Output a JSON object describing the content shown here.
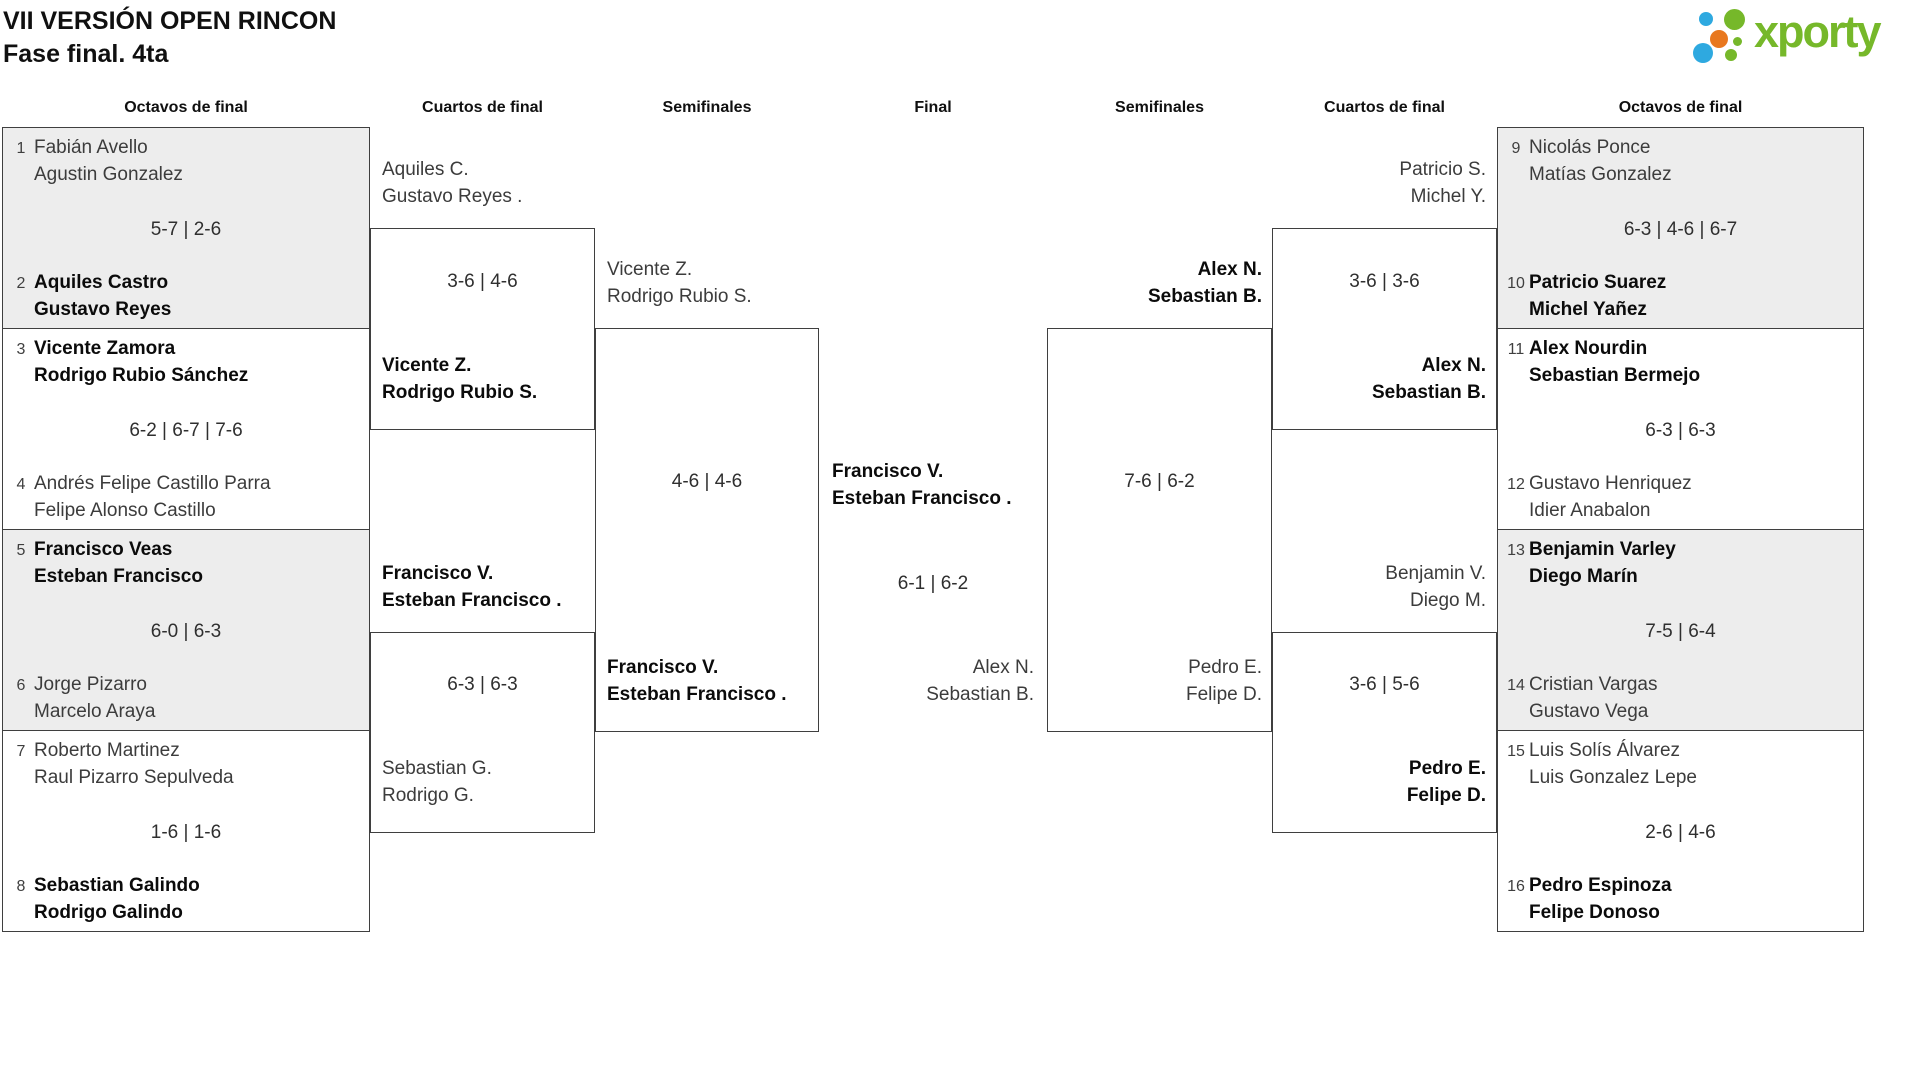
{
  "title": {
    "line1": "VII VERSIÓN OPEN RINCON",
    "line2": "Fase final. 4ta"
  },
  "logo": {
    "text": "xporty",
    "colors": {
      "green": "#76b82a",
      "blue": "#2ea9e0",
      "orange": "#e8781e"
    }
  },
  "round_headers": [
    "Octavos de final",
    "Cuartos de final",
    "Semifinales",
    "Final",
    "Semifinales",
    "Cuartos de final",
    "Octavos de final"
  ],
  "octavos_left": [
    {
      "seed_a": "1",
      "team_a": [
        "Fabián Avello",
        "Agustin Gonzalez"
      ],
      "a_winner": false,
      "score": "5-7 | 2-6",
      "seed_b": "2",
      "team_b": [
        "Aquiles Castro",
        "Gustavo Reyes"
      ],
      "b_winner": true
    },
    {
      "seed_a": "3",
      "team_a": [
        "Vicente Zamora",
        "Rodrigo Rubio Sánchez"
      ],
      "a_winner": true,
      "score": "6-2 | 6-7 | 7-6",
      "seed_b": "4",
      "team_b": [
        "Andrés Felipe Castillo Parra",
        "Felipe Alonso Castillo"
      ],
      "b_winner": false
    },
    {
      "seed_a": "5",
      "team_a": [
        "Francisco Veas",
        "Esteban Francisco"
      ],
      "a_winner": true,
      "score": "6-0 | 6-3",
      "seed_b": "6",
      "team_b": [
        "Jorge Pizarro",
        "Marcelo Araya"
      ],
      "b_winner": false
    },
    {
      "seed_a": "7",
      "team_a": [
        "Roberto Martinez",
        "Raul Pizarro Sepulveda"
      ],
      "a_winner": false,
      "score": "1-6 | 1-6",
      "seed_b": "8",
      "team_b": [
        "Sebastian Galindo",
        "Rodrigo Galindo"
      ],
      "b_winner": true
    }
  ],
  "octavos_right": [
    {
      "seed_a": "9",
      "team_a": [
        "Nicolás Ponce",
        "Matías Gonzalez"
      ],
      "a_winner": false,
      "score": "6-3 | 4-6 | 6-7",
      "seed_b": "10",
      "team_b": [
        "Patricio Suarez",
        "Michel Yañez"
      ],
      "b_winner": true
    },
    {
      "seed_a": "11",
      "team_a": [
        "Alex Nourdin",
        "Sebastian Bermejo"
      ],
      "a_winner": true,
      "score": "6-3 | 6-3",
      "seed_b": "12",
      "team_b": [
        "Gustavo Henriquez",
        "Idier Anabalon"
      ],
      "b_winner": false
    },
    {
      "seed_a": "13",
      "team_a": [
        "Benjamin Varley",
        "Diego Marín"
      ],
      "a_winner": true,
      "score": "7-5 | 6-4",
      "seed_b": "14",
      "team_b": [
        "Cristian Vargas",
        "Gustavo Vega"
      ],
      "b_winner": false
    },
    {
      "seed_a": "15",
      "team_a": [
        "Luis Solís Álvarez",
        "Luis Gonzalez Lepe"
      ],
      "a_winner": false,
      "score": "2-6 | 4-6",
      "seed_b": "16",
      "team_b": [
        "Pedro Espinoza",
        "Felipe Donoso"
      ],
      "b_winner": true
    }
  ],
  "cuartos_left": [
    {
      "team_a": [
        "Aquiles C.",
        "Gustavo Reyes ."
      ],
      "a_winner": false,
      "score": "3-6 | 4-6",
      "team_b": [
        "Vicente Z.",
        "Rodrigo Rubio S."
      ],
      "b_winner": true
    },
    {
      "team_a": [
        "Francisco V.",
        "Esteban Francisco ."
      ],
      "a_winner": true,
      "score": "6-3 | 6-3",
      "team_b": [
        "Sebastian G.",
        "Rodrigo G."
      ],
      "b_winner": false
    }
  ],
  "cuartos_right": [
    {
      "team_a": [
        "Patricio S.",
        "Michel Y."
      ],
      "a_winner": false,
      "score": "3-6 | 3-6",
      "team_b": [
        "Alex N.",
        "Sebastian B."
      ],
      "b_winner": true
    },
    {
      "team_a": [
        "Benjamin V.",
        "Diego M."
      ],
      "a_winner": false,
      "score": "3-6 | 5-6",
      "team_b": [
        "Pedro E.",
        "Felipe D."
      ],
      "b_winner": true
    }
  ],
  "semis_left": {
    "team_a": [
      "Vicente Z.",
      "Rodrigo Rubio S."
    ],
    "a_winner": false,
    "score": "4-6 | 4-6",
    "team_b": [
      "Francisco V.",
      "Esteban Francisco ."
    ],
    "b_winner": true
  },
  "semis_right": {
    "team_a": [
      "Alex N.",
      "Sebastian B."
    ],
    "a_winner": true,
    "score": "7-6 | 6-2",
    "team_b": [
      "Pedro E.",
      "Felipe D."
    ],
    "b_winner": false
  },
  "final": {
    "champion": [
      "Francisco V.",
      "Esteban Francisco ."
    ],
    "score": "6-1 | 6-2",
    "runner_up": [
      "Alex N.",
      "Sebastian B."
    ]
  }
}
